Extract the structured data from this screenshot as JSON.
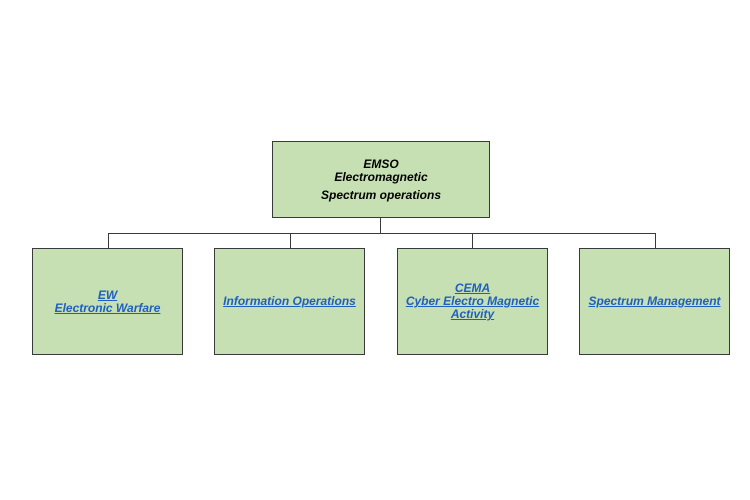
{
  "root": {
    "line1": "EMSO",
    "line2": "Electromagnetic",
    "line3": "Spectrum operations"
  },
  "children": [
    {
      "lines": [
        "EW",
        "Electronic Warfare"
      ]
    },
    {
      "lines": [
        "Information Operations"
      ]
    },
    {
      "lines": [
        "CEMA",
        "Cyber Electro Magnetic",
        "Activity"
      ]
    },
    {
      "lines": [
        "Spectrum Management"
      ]
    }
  ],
  "colors": {
    "box_fill": "#c6e0b4",
    "box_border": "#3a3a3a",
    "link_text": "#1f5fbf"
  }
}
